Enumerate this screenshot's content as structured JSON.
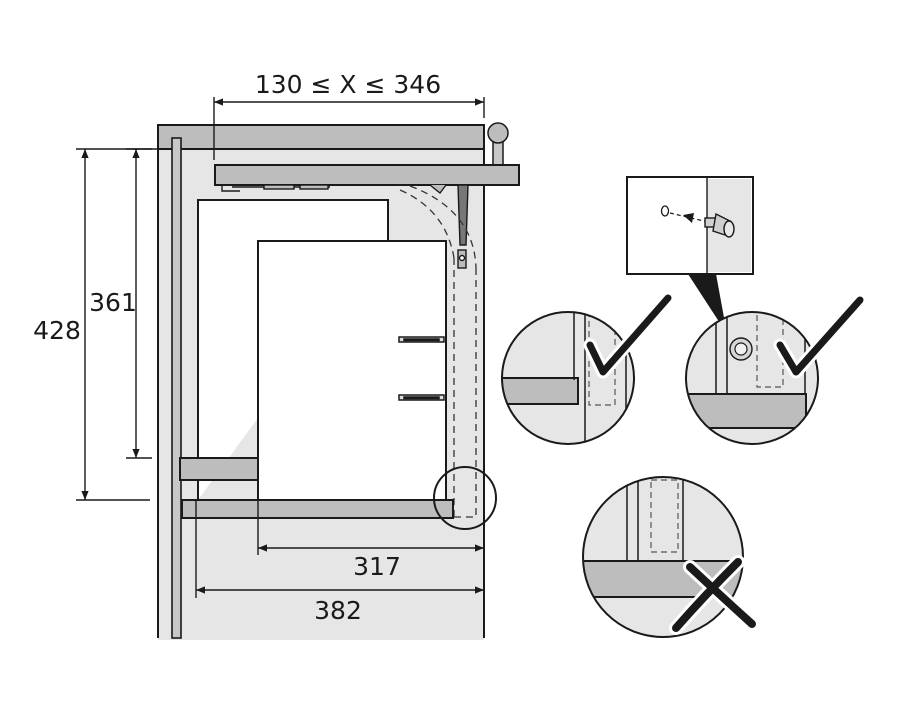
{
  "dimensions": {
    "top_range": "130 ≤ X ≤ 346",
    "height_outer": "428",
    "height_inner": "361",
    "depth_inner": "317",
    "depth_outer": "382"
  },
  "colors": {
    "panel_fill": "#e6e6e6",
    "rail_fill": "#bdbdbd",
    "line": "#1a1a1a",
    "background": "#ffffff"
  },
  "icons": {
    "correct": "check-mark-icon",
    "incorrect": "x-mark-icon"
  }
}
